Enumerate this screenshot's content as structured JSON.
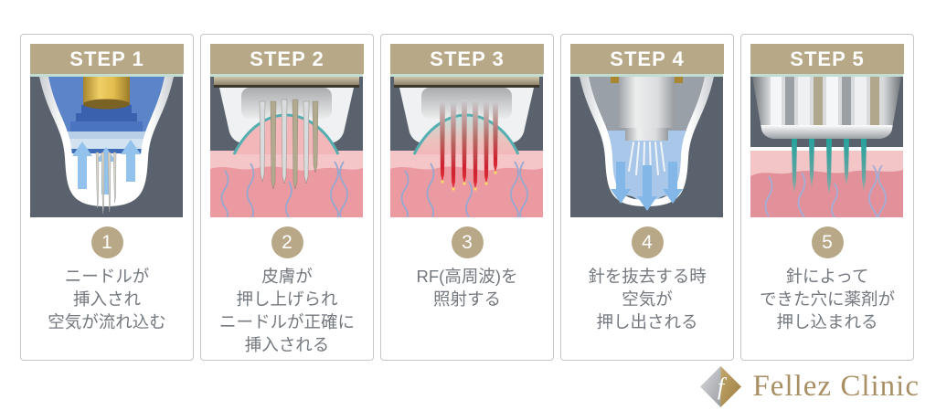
{
  "steps": [
    {
      "header": "STEP 1",
      "number": "1",
      "text": "ニードルが\n挿入され\n空気が流れ込む",
      "illustration": "handpiece-needles-insert-air-flows-in"
    },
    {
      "header": "STEP 2",
      "number": "2",
      "text": "皮膚が\n押し上げられ\nニードルが正確に\n挿入される",
      "illustration": "skin-pushed-up-needles-inserted"
    },
    {
      "header": "STEP 3",
      "number": "3",
      "text": "RF(高周波)を\n照射する",
      "illustration": "rf-high-frequency-irradiation"
    },
    {
      "header": "STEP 4",
      "number": "4",
      "text": "針を抜去する時\n空気が\n押し出される",
      "illustration": "needle-removed-air-pushed-out"
    },
    {
      "header": "STEP 5",
      "number": "5",
      "text": "針によって\nできた穴に薬剤が\n押し込まれる",
      "illustration": "medicine-pushed-into-needle-holes"
    }
  ],
  "logo": {
    "text": "Fellez Clinic",
    "mark": "split-diamond-monogram"
  },
  "colors": {
    "step_header_bg": "#b7a888",
    "step_number_bg": "#b9a888",
    "body_text": "#74797f",
    "card_border": "#c6c6c6",
    "illustration_bg": "#5a636d",
    "skin_pink": "#eb9aa1",
    "skin_light_pink": "#f5c6c8",
    "accent_teal": "#55aeb0",
    "arrow_blue": "#8fc0ea",
    "rf_red": "#cf2230",
    "gold": "#c9a43c",
    "logo_text": "#a99064"
  }
}
